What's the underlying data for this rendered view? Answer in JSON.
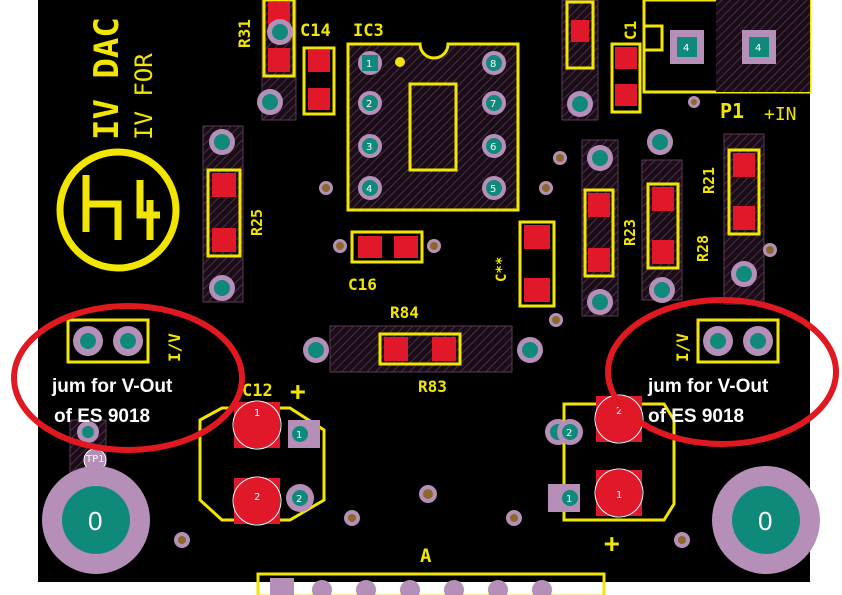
{
  "colors": {
    "board": "#000000",
    "silkscreen": "#f2e600",
    "pad": "#e0182a",
    "via_ring": "#b58fb8",
    "via_fill": "#0f8a7a",
    "callout": "#e0181f",
    "note_text": "#ffffff"
  },
  "icons": [
    "via-icon",
    "smd-pad-icon",
    "logo-icon",
    "callout-ellipse-icon"
  ],
  "labels": {
    "board_title_1": "IV DAC",
    "board_title_2": "IV FOR",
    "ic3": "IC3",
    "c14": "C14",
    "r31": "R31",
    "c15": "C1",
    "p1": "P1",
    "plus_in": "+IN",
    "r21": "R21",
    "r25": "R25",
    "r23": "R23",
    "r28": "R28",
    "c16": "C16",
    "cxx": "C**",
    "r84": "R84",
    "r83": "R83",
    "c12": "C12",
    "plus_left": "+",
    "plus_right": "+",
    "iv_left": "I/V",
    "iv_right": "I/V",
    "tp1": "TP1",
    "connector": "A",
    "mount_left": "0",
    "mount_right": "0"
  },
  "ic_pins": [
    "1",
    "2",
    "3",
    "4",
    "5",
    "6",
    "7",
    "8"
  ],
  "pad_numbers": {
    "c12_left_top": "1",
    "c12_pin1": "1",
    "c12_left_bottom": "2",
    "c12_pin2": "2",
    "right_cap_pin2": "2",
    "right_cap_top": "2",
    "right_cap_bottom": "1",
    "right_cap_pin1": "1",
    "p1_pin": "4",
    "p1_pin_b": "4"
  },
  "annotations": {
    "left_line1": "jum for V-Out",
    "left_line2": "of  ES 9018",
    "right_line1": "jum for V-Out",
    "right_line2": "of ES 9018"
  }
}
